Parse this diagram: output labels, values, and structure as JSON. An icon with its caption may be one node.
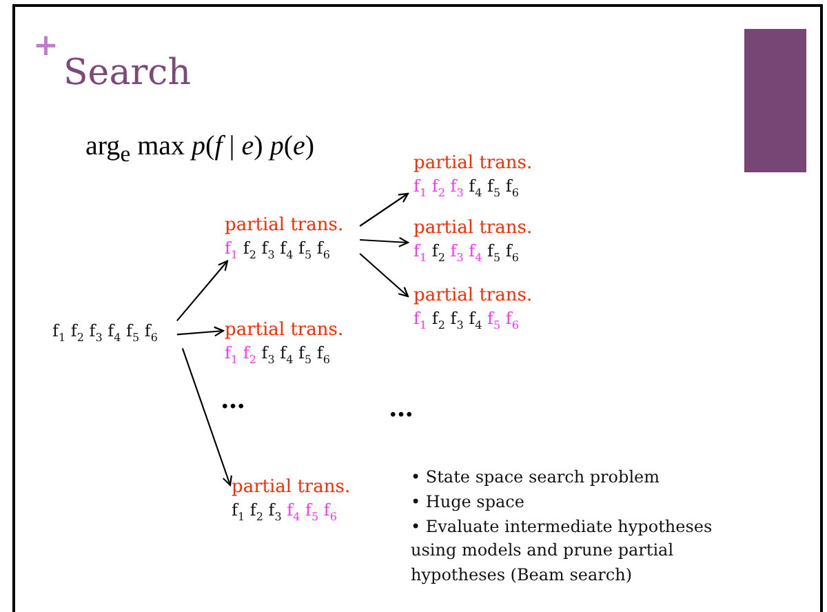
{
  "diagram": {
    "title": "Search",
    "nodes": [
      {
        "text": [
          "f$_{1}$ f$_{2}$ f$_{3}$ f$_{4}$ f$_{5}$ f$_{6}$"
        ]
      },
      {
        "text": [
          "partial trans.",
          "f$_{1}$ f$_{2}$ f$_{3}$ f$_{4}$ f$_{5}$ f$_{6}$"
        ]
      },
      {
        "text": [
          "partial trans.",
          "f$_{1}$ f$_{2}$ f$_{3}$ f$_{4}$ f$_{5}$ f$_{6}$"
        ]
      },
      {
        "text": [
          "partial trans.",
          "f$_{1}$ f$_{2}$ f$_{3}$ f$_{4}$ f$_{5}$ f$_{6}$"
        ]
      },
      {
        "text": [
          "partial trans.",
          "f$_{1}$ f$_{2}$ f$_{3}$ f$_{4}$ f$_{5}$ f$_{6}$"
        ]
      },
      {
        "text": [
          "partial trans.",
          "f$_{1}$ f$_{2}$ f$_{3}$ f$_{4}$ f$_{5}$ f$_{6}$"
        ]
      },
      {
        "text": [
          "partial trans.",
          "f$_{1}$ f$_{2}$ f$_{3}$ f$_{4}$ f$_{5}$ f$_{6}$"
        ]
      }
    ],
    "edges": [
      {
        "from": 0,
        "to": 1,
        "arrow": "to"
      },
      {
        "from": 0,
        "to": 2,
        "arrow": "to"
      },
      {
        "from": 0,
        "to": 3,
        "arrow": "to"
      },
      {
        "from": 1,
        "to": 4,
        "arrow": "to"
      },
      {
        "from": 1,
        "to": 5,
        "arrow": "to"
      },
      {
        "from": 1,
        "to": 6,
        "arrow": "to"
      }
    ],
    "labels": [
      "+",
      "arg$_{e}$ max *p*(*f* | *e*) *p*(*e*)",
      "…",
      "…",
      "• State space search problem",
      "• Huge space",
      "• Evaluate intermediate hypotheses using models and prune partial hypotheses (Beam search)"
    ]
  }
}
